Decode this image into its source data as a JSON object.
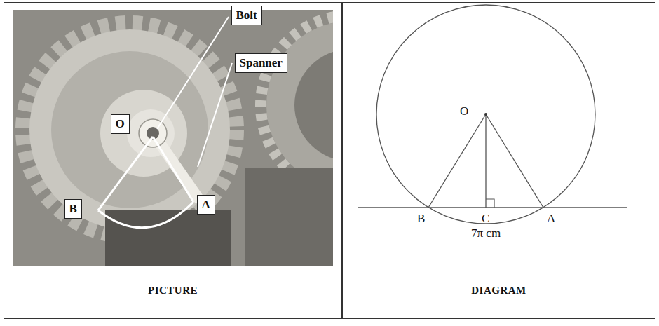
{
  "diagram": {
    "nodes": [
      {
        "text": [
          "PICTURE"
        ]
      },
      {
        "text": [
          "O"
        ],
        "in": 0
      },
      {
        "text": [
          "Bolt"
        ],
        "in": 0
      },
      {
        "text": [
          "Spanner"
        ],
        "in": 0
      },
      {
        "text": [
          "B"
        ],
        "in": 0
      },
      {
        "text": [
          "A"
        ],
        "in": 0
      },
      {
        "text": [
          "DIAGRAM"
        ]
      }
    ],
    "labels": [
      "O",
      "B",
      "C",
      "A",
      "7π cm"
    ]
  }
}
